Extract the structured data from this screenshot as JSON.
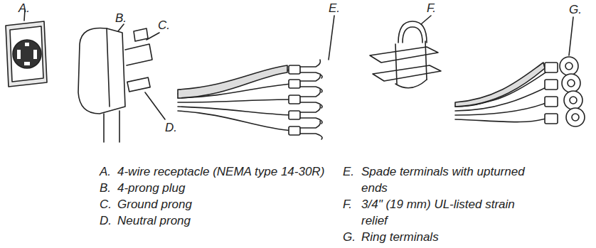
{
  "diagram": {
    "labels": [
      "A.",
      "B.",
      "C.",
      "D.",
      "E.",
      "F.",
      "G.",
      "A.",
      "4-wire receptacle (NEMA type 14-30R)",
      "B.",
      "4-prong plug",
      "C.",
      "Ground prong",
      "D.",
      "Neutral prong",
      "E.",
      "Spade terminals with upturned ends",
      "F.",
      "3/4\" (19 mm) UL-listed strain relief",
      "G.",
      "Ring terminals"
    ]
  }
}
